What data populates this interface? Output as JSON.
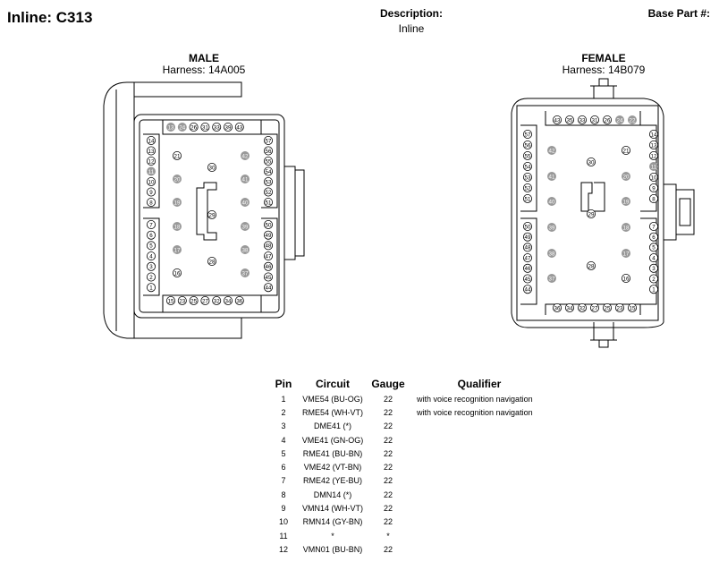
{
  "header": {
    "title": "Inline: C313",
    "description_label": "Description:",
    "description_value": "Inline",
    "base_part_label": "Base Part #:"
  },
  "male": {
    "label": "MALE",
    "harness": "Harness: 14A005",
    "top_row": [
      "13",
      "24",
      "26",
      "31",
      "33",
      "39",
      "43"
    ],
    "left_col_upper": [
      "14",
      "13",
      "12",
      "11",
      "10",
      "9",
      "8"
    ],
    "left_col_lower": [
      "7",
      "6",
      "5",
      "4",
      "3",
      "2",
      "1"
    ],
    "right_col_upper": [
      "57",
      "56",
      "55",
      "54",
      "53",
      "52",
      "51"
    ],
    "right_col_lower": [
      "50",
      "49",
      "48",
      "47",
      "46",
      "45",
      "44"
    ],
    "bottom_row": [
      "15",
      "23",
      "25",
      "27",
      "32",
      "34",
      "36"
    ],
    "inner": [
      "21",
      "20",
      "19",
      "18",
      "17",
      "16",
      "42",
      "41",
      "40",
      "39",
      "38",
      "37",
      "30",
      "29",
      "28"
    ]
  },
  "female": {
    "label": "FEMALE",
    "harness": "Harness: 14B079",
    "top_row": [
      "43",
      "35",
      "33",
      "31",
      "26",
      "24",
      "22"
    ],
    "left_col_upper": [
      "57",
      "56",
      "55",
      "54",
      "53",
      "52",
      "51"
    ],
    "left_col_lower": [
      "50",
      "49",
      "48",
      "47",
      "46",
      "45",
      "44"
    ],
    "right_col_upper": [
      "14",
      "13",
      "12",
      "11",
      "10",
      "9",
      "8"
    ],
    "right_col_lower": [
      "7",
      "6",
      "5",
      "4",
      "3",
      "2",
      "1"
    ],
    "bottom_row": [
      "36",
      "34",
      "32",
      "27",
      "25",
      "23",
      "15"
    ],
    "inner": [
      "42",
      "41",
      "40",
      "39",
      "38",
      "37",
      "21",
      "20",
      "19",
      "18",
      "17",
      "16",
      "30",
      "29",
      "28"
    ]
  },
  "table": {
    "headers": {
      "pin": "Pin",
      "circuit": "Circuit",
      "gauge": "Gauge",
      "qualifier": "Qualifier"
    },
    "rows": [
      {
        "pin": "1",
        "circuit": "VME54 (BU-OG)",
        "gauge": "22",
        "qualifier": "with voice recognition navigation"
      },
      {
        "pin": "2",
        "circuit": "RME54 (WH-VT)",
        "gauge": "22",
        "qualifier": "with voice recognition navigation"
      },
      {
        "pin": "3",
        "circuit": "DME41 (*)",
        "gauge": "22",
        "qualifier": ""
      },
      {
        "pin": "4",
        "circuit": "VME41 (GN-OG)",
        "gauge": "22",
        "qualifier": ""
      },
      {
        "pin": "5",
        "circuit": "RME41 (BU-BN)",
        "gauge": "22",
        "qualifier": ""
      },
      {
        "pin": "6",
        "circuit": "VME42 (VT-BN)",
        "gauge": "22",
        "qualifier": ""
      },
      {
        "pin": "7",
        "circuit": "RME42 (YE-BU)",
        "gauge": "22",
        "qualifier": ""
      },
      {
        "pin": "8",
        "circuit": "DMN14 (*)",
        "gauge": "22",
        "qualifier": ""
      },
      {
        "pin": "9",
        "circuit": "VMN14 (WH-VT)",
        "gauge": "22",
        "qualifier": ""
      },
      {
        "pin": "10",
        "circuit": "RMN14 (GY-BN)",
        "gauge": "22",
        "qualifier": ""
      },
      {
        "pin": "11",
        "circuit": "*",
        "gauge": "*",
        "qualifier": ""
      },
      {
        "pin": "12",
        "circuit": "VMN01 (BU-BN)",
        "gauge": "22",
        "qualifier": ""
      }
    ]
  }
}
